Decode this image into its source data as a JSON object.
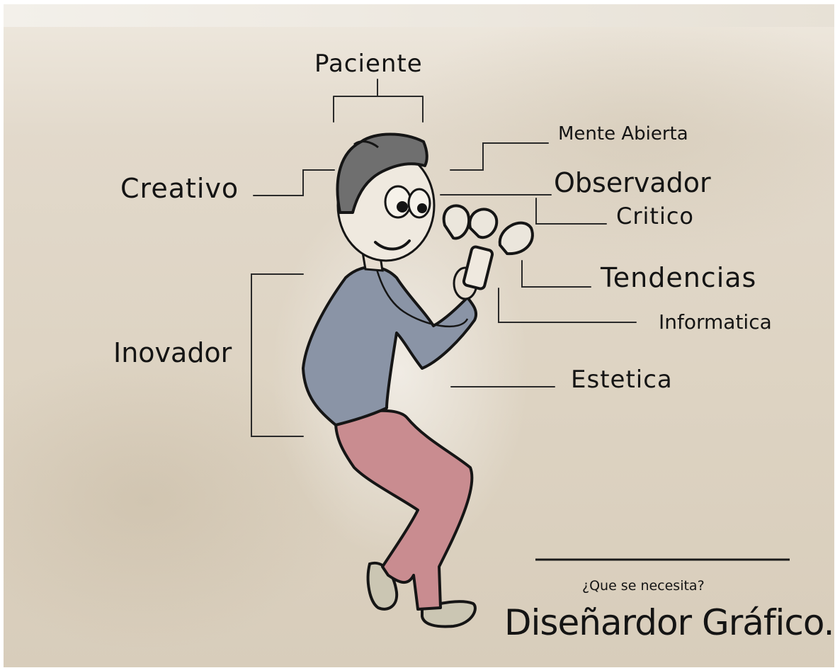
{
  "traits": {
    "paciente": "Paciente",
    "creativo": "Creativo",
    "mente_abierta": "Mente Abierta",
    "observador": "Observador",
    "critico": "Critico",
    "tendencias": "Tendencias",
    "informatica": "Informatica",
    "inovador": "Inovador",
    "estetica": "Estetica"
  },
  "footer": {
    "question": "¿Que se necesita?",
    "title": "Diseñardor Gráfico."
  },
  "colors": {
    "paper": "#ddd3c2",
    "ink": "#141414",
    "shirt": "#8a94a6",
    "pants": "#c98a8e",
    "hair": "#6f6f6f",
    "shoes": "#c9c3ae"
  },
  "icons": [
    "person-figure",
    "smartphone-icon",
    "thought-bubble-icon"
  ]
}
